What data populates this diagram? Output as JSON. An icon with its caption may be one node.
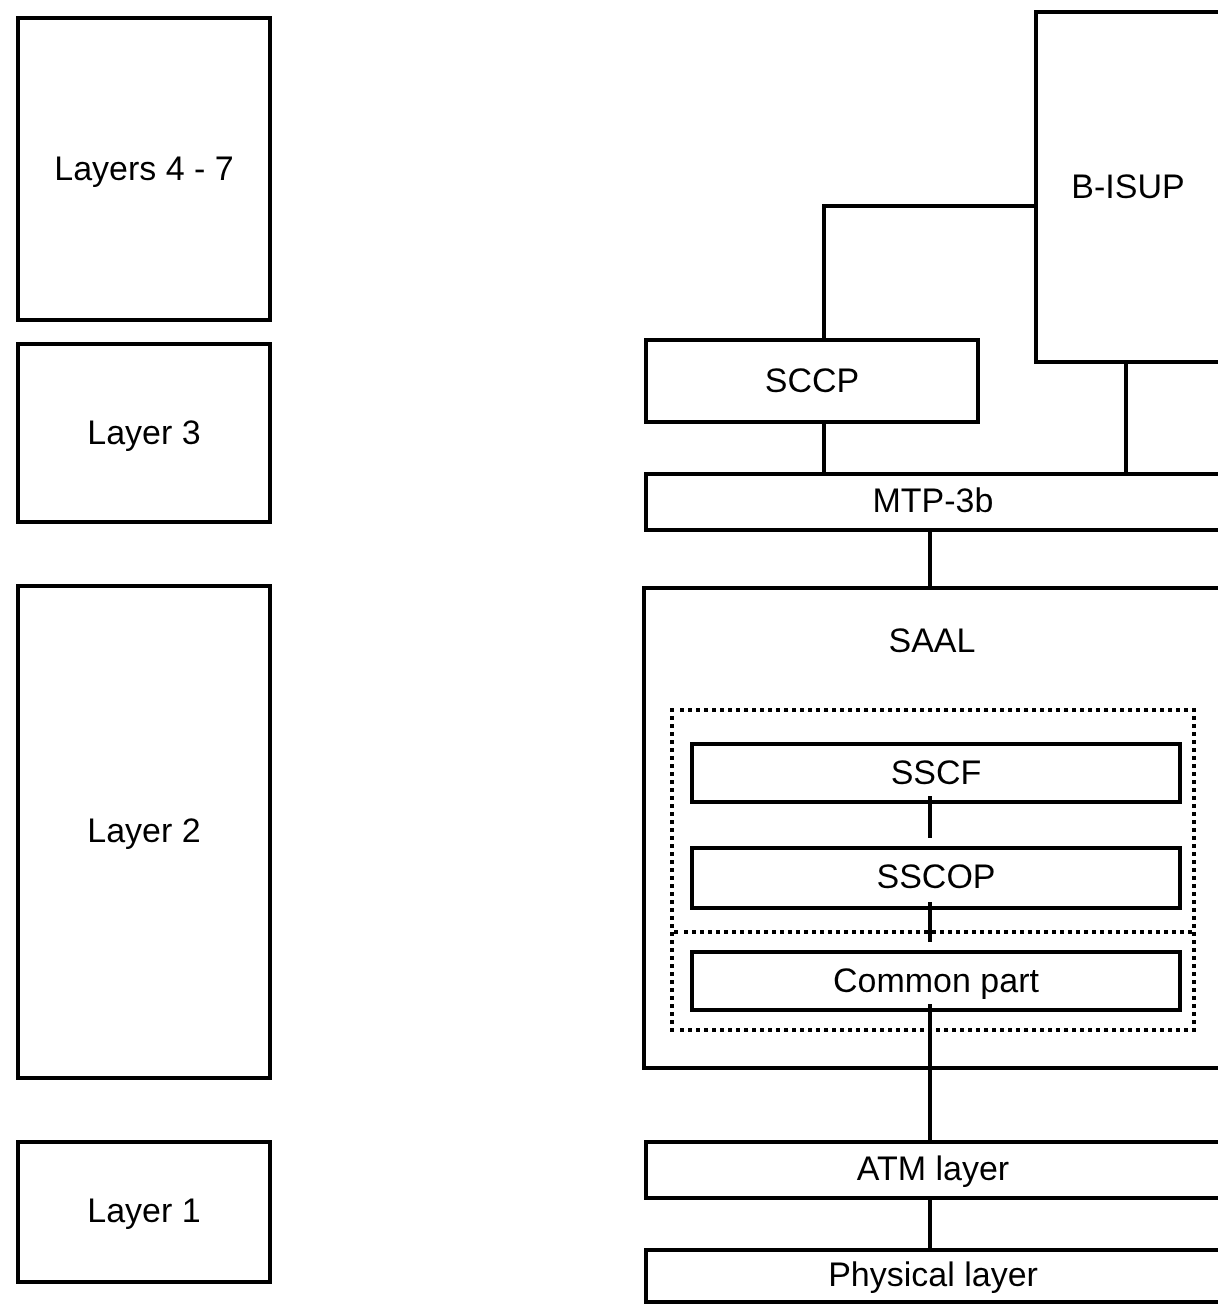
{
  "diagram": {
    "nodes": [
      {
        "text": [
          "Layers 4 - 7"
        ]
      },
      {
        "text": [
          "B-ISUP"
        ]
      },
      {
        "text": [
          "SCCP"
        ]
      },
      {
        "text": [
          "Layer 3"
        ]
      },
      {
        "text": [
          "MTP-3b"
        ]
      },
      {
        "text": [
          "Layer 2"
        ]
      },
      {
        "text": [
          "SAAL"
        ]
      },
      {
        "text": [],
        "shape": "box",
        "in": 6
      },
      {
        "text": [
          "SSCF"
        ],
        "in": 7
      },
      {
        "text": [
          "SSCOP"
        ],
        "in": 7
      },
      {
        "text": [
          "Common part"
        ],
        "in": 7
      },
      {
        "text": [
          "Layer 1"
        ]
      },
      {
        "text": [
          "ATM layer"
        ]
      },
      {
        "text": [
          "Physical layer"
        ]
      }
    ],
    "edges": [
      {
        "from": 1,
        "to": 2,
        "arrow": "none"
      },
      {
        "from": 2,
        "to": 4,
        "arrow": "none"
      },
      {
        "from": 1,
        "to": 4,
        "arrow": "none"
      },
      {
        "from": 4,
        "to": 6,
        "arrow": "none"
      },
      {
        "from": 8,
        "to": 9,
        "arrow": "none"
      },
      {
        "from": 9,
        "to": 10,
        "arrow": "none"
      },
      {
        "from": 10,
        "to": 12,
        "arrow": "none"
      },
      {
        "from": 12,
        "to": 13,
        "arrow": "none"
      }
    ]
  }
}
